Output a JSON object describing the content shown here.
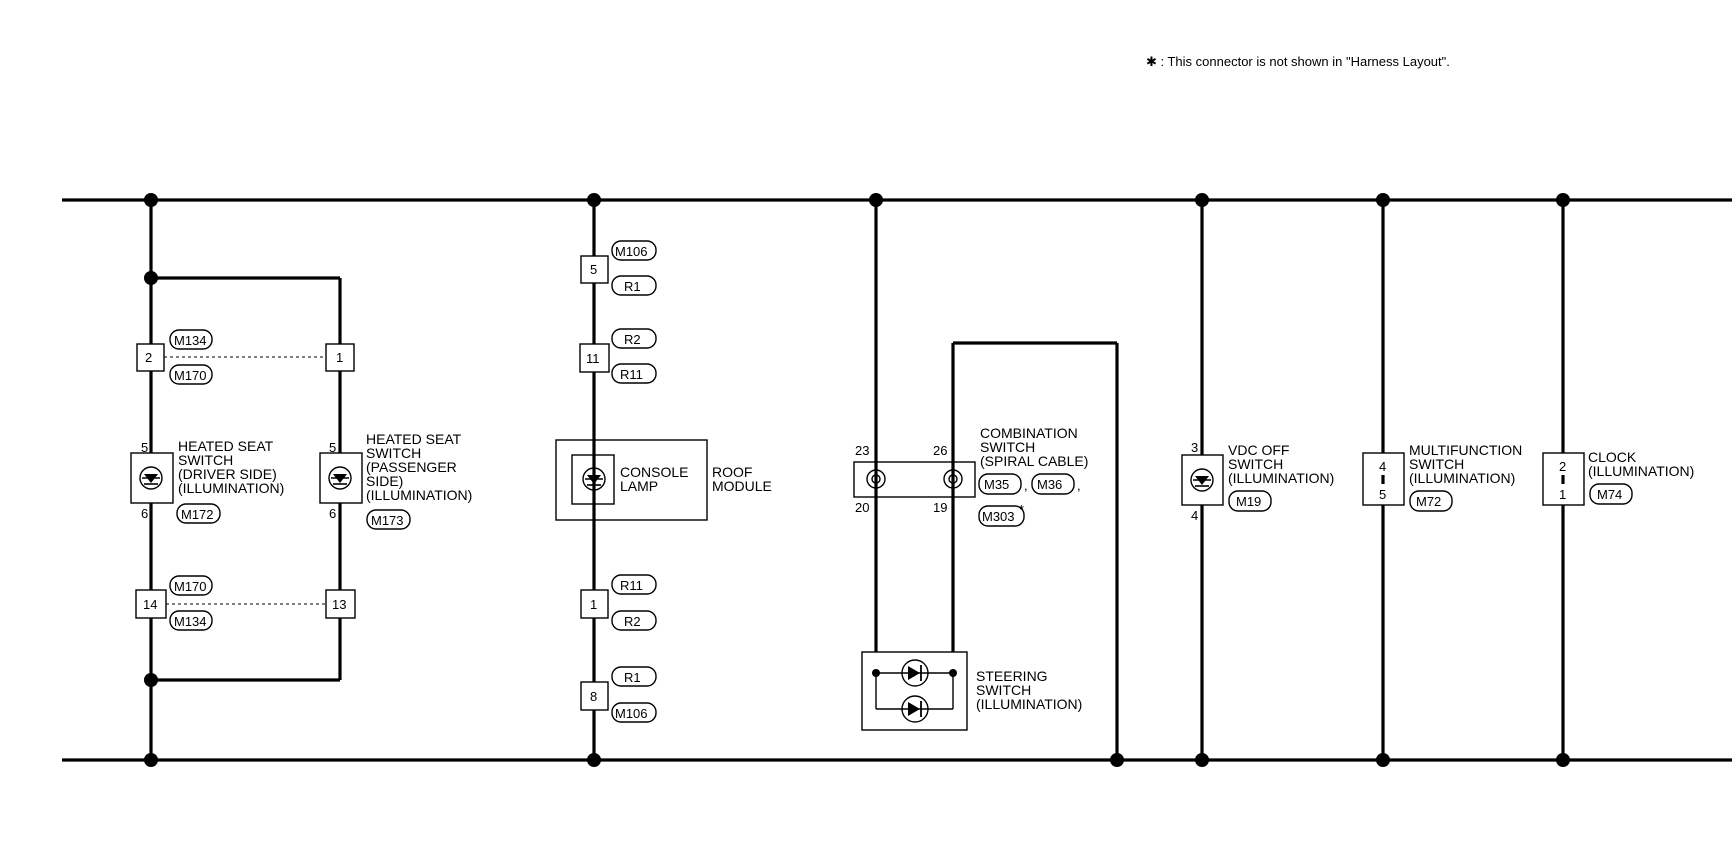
{
  "note": "✱ : This connector is not shown in \"Harness Layout\".",
  "components": {
    "heated_seat_driver": [
      "HEATED SEAT",
      "SWITCH",
      "(DRIVER SIDE)",
      "(ILLUMINATION)"
    ],
    "heated_seat_passenger": [
      "HEATED SEAT",
      "SWITCH",
      "(PASSENGER",
      " SIDE)",
      "(ILLUMINATION)"
    ],
    "console_lamp": [
      "CONSOLE",
      "LAMP"
    ],
    "roof_module": [
      "ROOF",
      "MODULE"
    ],
    "combination_switch": [
      "COMBINATION",
      "SWITCH",
      "(SPIRAL CABLE)"
    ],
    "steering_switch": [
      "STEERING",
      "SWITCH",
      "(ILLUMINATION)"
    ],
    "vdc_off_switch": [
      "VDC OFF",
      "SWITCH",
      "(ILLUMINATION)"
    ],
    "multifunction_switch": [
      "MULTIFUNCTION",
      "SWITCH",
      "(ILLUMINATION)"
    ],
    "clock": [
      "CLOCK",
      "(ILLUMINATION)"
    ]
  },
  "connectors": {
    "m134_top": "M134",
    "m170_top": "M170",
    "m172": "M172",
    "m173": "M173",
    "m170_bottom": "M170",
    "m134_bottom": "M134",
    "m106_top": "M106",
    "r1_top": "R1",
    "r2_top": "R2",
    "r11_top": "R11",
    "r11_bottom": "R11",
    "r2_bottom": "R2",
    "r1_bottom": "R1",
    "m106_bottom": "M106",
    "m35": "M35",
    "m36": "M36",
    "m303": "M303",
    "m19": "M19",
    "m72": "M72",
    "m74": "M74"
  },
  "pins": {
    "driver_link_top": "2",
    "passenger_link_top": "1",
    "driver_sw_top": "5",
    "driver_sw_bottom": "6",
    "passenger_sw_top": "5",
    "passenger_sw_bottom": "6",
    "driver_link_bottom": "14",
    "passenger_link_bottom": "13",
    "roof_5": "5",
    "roof_11": "11",
    "roof_1": "1",
    "roof_8": "8",
    "comb_23": "23",
    "comb_26": "26",
    "comb_20": "20",
    "comb_19": "19",
    "vdc_top": "3",
    "vdc_bottom": "4",
    "multi_top": "4",
    "multi_bottom": "5",
    "clock_top": "2",
    "clock_bottom": "1"
  },
  "symbols": {
    "comma_1": ",",
    "comma_2": ",",
    "asterisk": "*"
  }
}
